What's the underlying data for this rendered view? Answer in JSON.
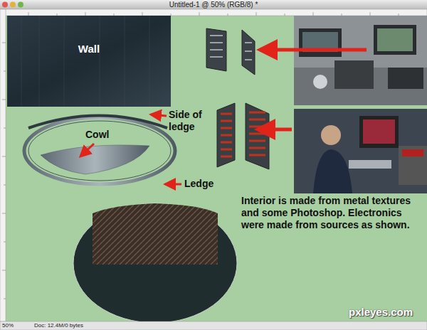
{
  "diagram": {
    "title": "Untitled-1 @ 50% (RGB/8) *",
    "nodes": [
      {
        "text": [
          "Wall"
        ]
      }
    ],
    "labels": [
      "Side of ledge",
      "Cowl",
      "Ledge",
      "Interior is made from metal textures and some Photoshop. Electronics were made from sources as shown.",
      "pxleyes.com",
      "50%",
      "Doc: 12.4M/0 bytes"
    ]
  }
}
